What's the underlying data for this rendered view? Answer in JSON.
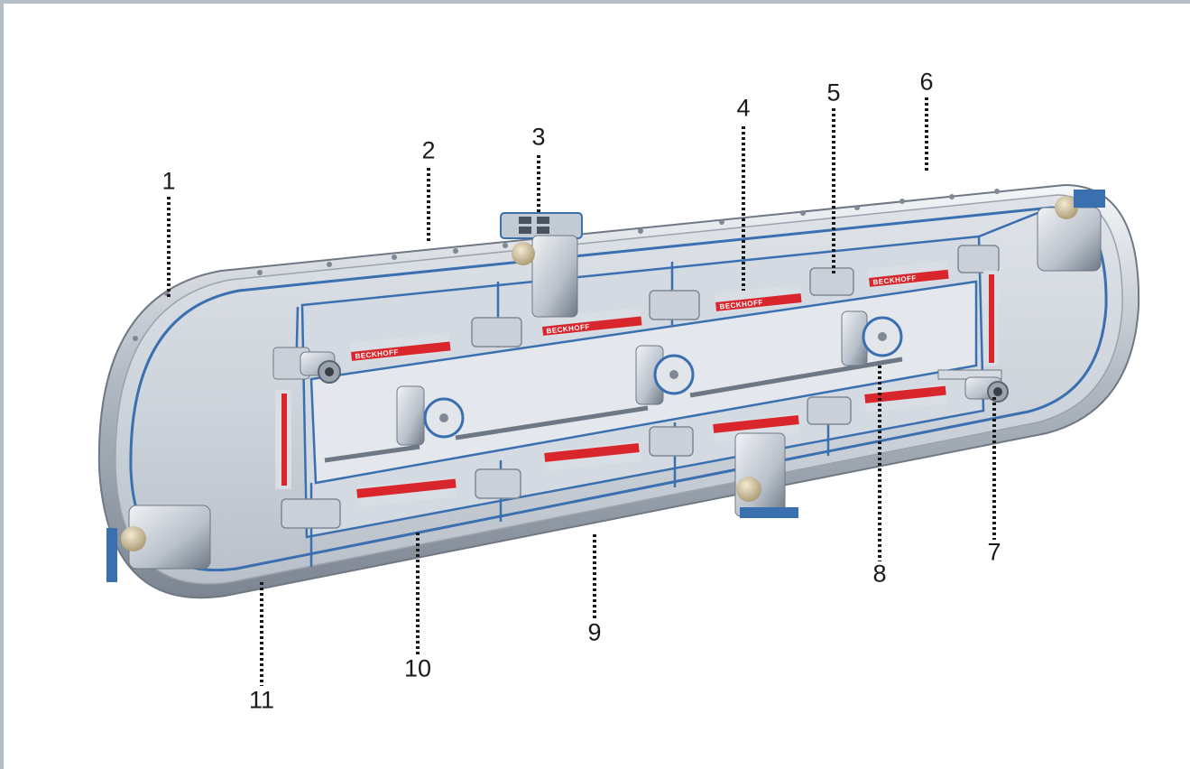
{
  "diagram": {
    "brand_text": "BECKHOFF",
    "callouts": [
      {
        "id": "1",
        "label": "1"
      },
      {
        "id": "2",
        "label": "2"
      },
      {
        "id": "3",
        "label": "3"
      },
      {
        "id": "4",
        "label": "4"
      },
      {
        "id": "5",
        "label": "5"
      },
      {
        "id": "6",
        "label": "6"
      },
      {
        "id": "7",
        "label": "7"
      },
      {
        "id": "8",
        "label": "8"
      },
      {
        "id": "9",
        "label": "9"
      },
      {
        "id": "10",
        "label": "10"
      },
      {
        "id": "11",
        "label": "11"
      }
    ],
    "colors": {
      "frame_border": "#b4bcc6",
      "rail_blue": "#3a6fb0",
      "brand_red": "#d9262c",
      "steel_light": "#e3e7ec",
      "steel_mid": "#c5ccd4",
      "steel_dark": "#8d96a2"
    }
  }
}
